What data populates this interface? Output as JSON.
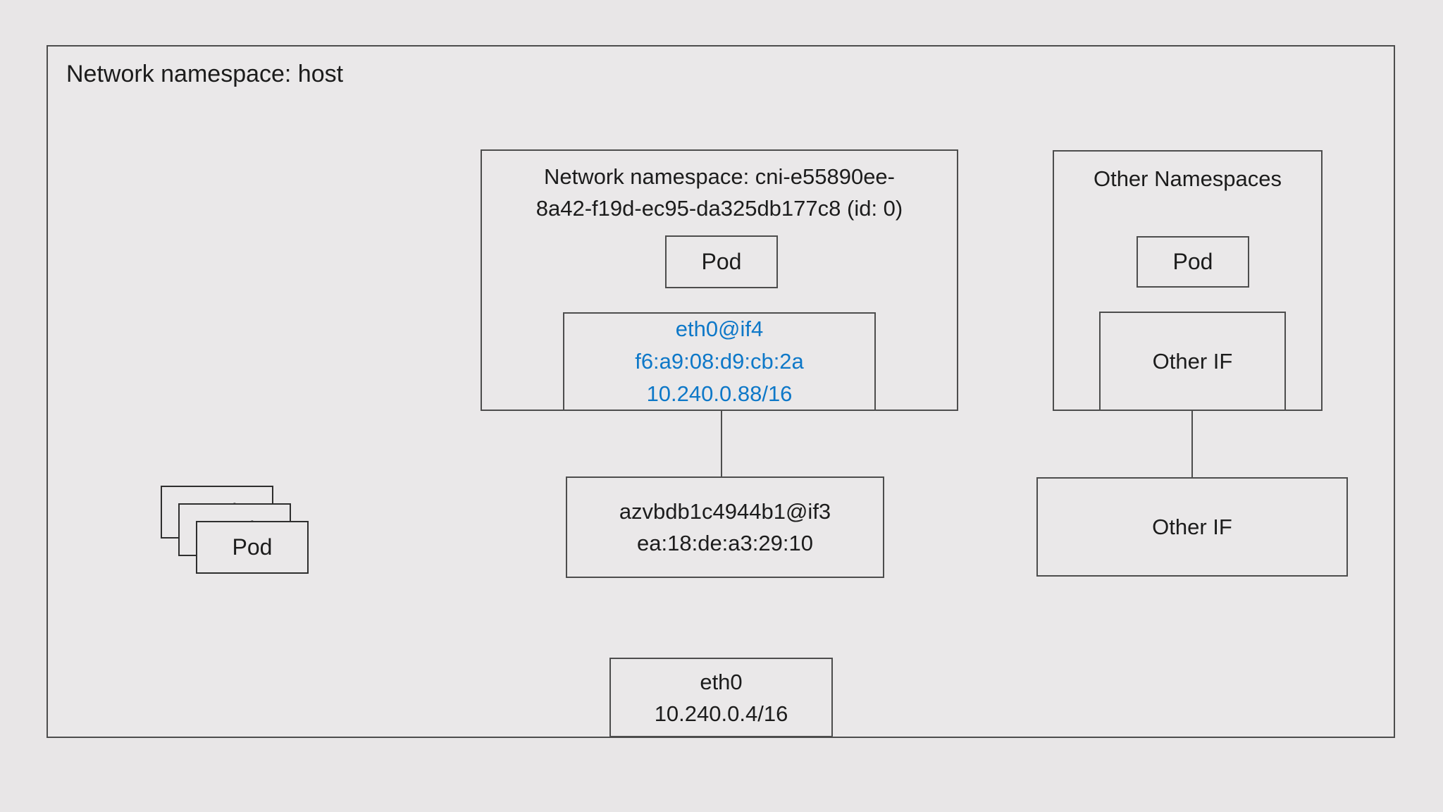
{
  "colors": {
    "background": "#e8e6e7",
    "box_fill": "#eae8e9",
    "border_gray": "#4d4d4d",
    "text": "#1c1c1c",
    "accent_blue": "#0e78c8"
  },
  "host_namespace": {
    "title": "Network namespace: host",
    "eth0_box": {
      "name": "eth0",
      "ip": "10.240.0.4/16"
    },
    "other_if_label": "Other IF"
  },
  "pod_stack": {
    "labels": [
      "Pod",
      "Pod",
      "Pod"
    ]
  },
  "cni_namespace": {
    "title_line1": "Network namespace: cni-e55890ee-",
    "title_line2": "8a42-f19d-ec95-da325db177c8 (id: 0)",
    "pod_label": "Pod",
    "eth0_if": {
      "name": "eth0@if4",
      "mac": "f6:a9:08:d9:cb:2a",
      "ip": "10.240.0.88/16"
    }
  },
  "veth": {
    "name": "azvbdb1c4944b1@if3",
    "mac": "ea:18:de:a3:29:10"
  },
  "other_namespaces": {
    "title": "Other Namespaces",
    "pod_label": "Pod",
    "inner_if_label": "Other IF"
  }
}
